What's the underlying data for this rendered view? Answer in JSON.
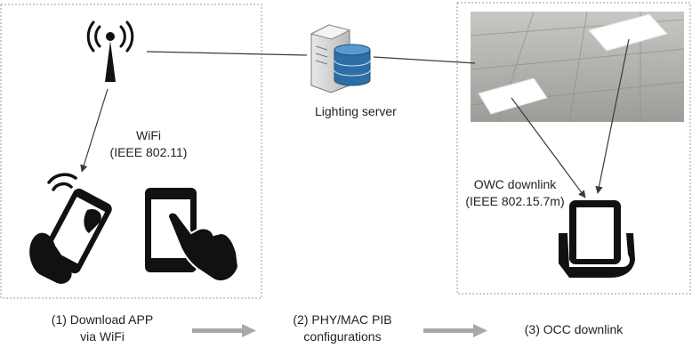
{
  "labels": {
    "wifi_line1": "WiFi",
    "wifi_line2": "(IEEE 802.11)",
    "server": "Lighting server",
    "owc_line1": "OWC downlink",
    "owc_line2": "(IEEE 802.15.7m)"
  },
  "steps": [
    {
      "line1": "(1) Download APP",
      "line2": "via WiFi"
    },
    {
      "line1": "(2) PHY/MAC PIB",
      "line2": "configurations"
    },
    {
      "line1": "(3) OCC downlink",
      "line2": ""
    }
  ],
  "icons": {
    "antenna": "wifi-antenna-icon",
    "server": "server-database-icon",
    "phone_wifi": "phone-wifi-icon",
    "phone_touch": "phone-touch-icon",
    "phone_hand": "phone-in-hand-icon",
    "ceiling": "ceiling-led-panels-photo"
  },
  "colors": {
    "line": "#3a3a3a",
    "box_border": "#9a9a9a",
    "step_arrow": "#a8a8a8",
    "server_blue": "#2d6ea8",
    "icon_black": "#111111"
  }
}
